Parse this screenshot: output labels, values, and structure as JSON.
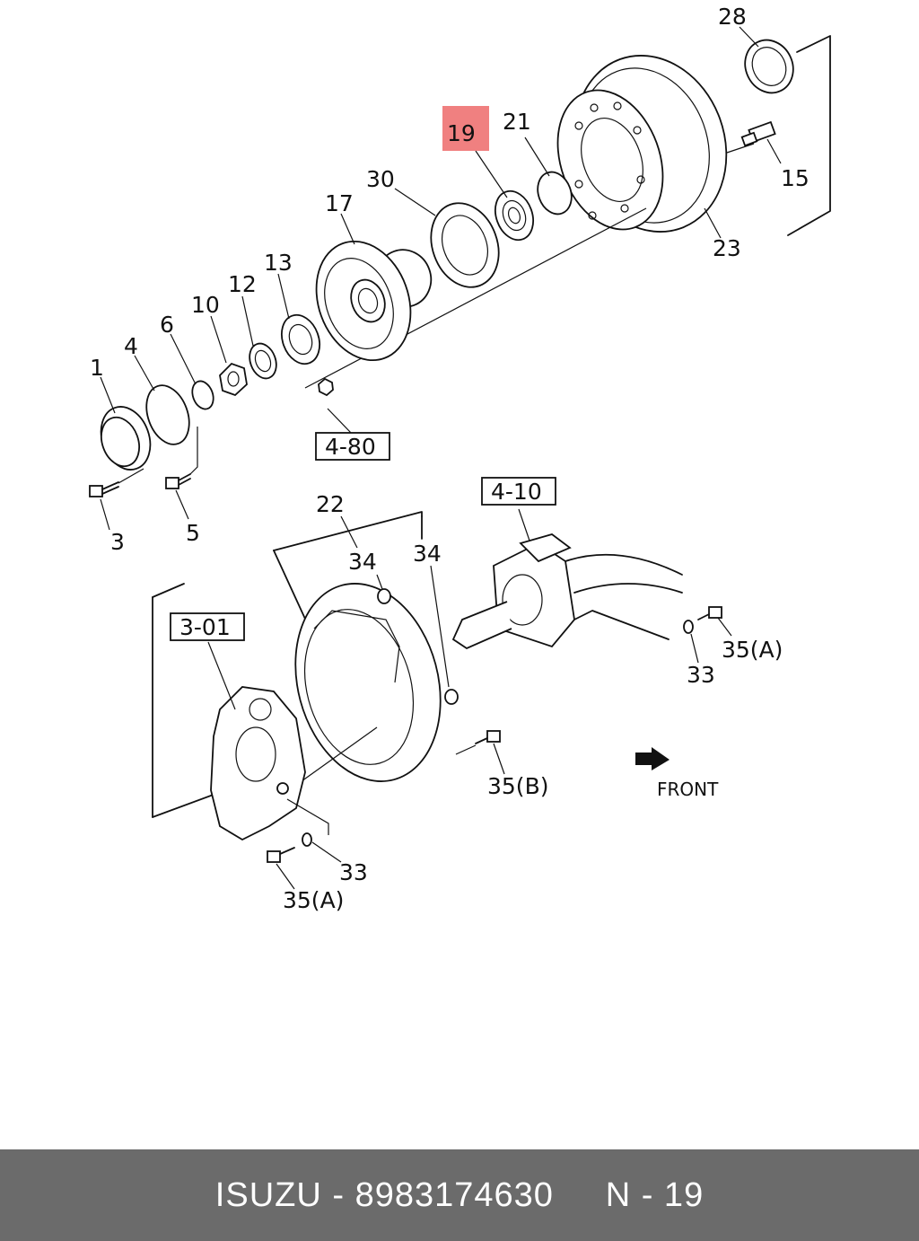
{
  "diagram": {
    "highlight_color": "#f08080",
    "callouts": [
      {
        "id": "28",
        "text": "28"
      },
      {
        "id": "21",
        "text": "21"
      },
      {
        "id": "19",
        "text": "19",
        "highlighted": true
      },
      {
        "id": "30",
        "text": "30"
      },
      {
        "id": "17",
        "text": "17"
      },
      {
        "id": "15",
        "text": "15"
      },
      {
        "id": "23",
        "text": "23"
      },
      {
        "id": "13",
        "text": "13"
      },
      {
        "id": "12",
        "text": "12"
      },
      {
        "id": "10",
        "text": "10"
      },
      {
        "id": "6",
        "text": "6"
      },
      {
        "id": "4",
        "text": "4"
      },
      {
        "id": "1",
        "text": "1"
      },
      {
        "id": "3",
        "text": "3"
      },
      {
        "id": "5",
        "text": "5"
      },
      {
        "id": "22",
        "text": "22"
      },
      {
        "id": "34a",
        "text": "34"
      },
      {
        "id": "34b",
        "text": "34"
      },
      {
        "id": "35A_right",
        "text": "35(A)"
      },
      {
        "id": "33_right",
        "text": "33"
      },
      {
        "id": "35B",
        "text": "35(B)"
      },
      {
        "id": "33_left",
        "text": "33"
      },
      {
        "id": "35A_left",
        "text": "35(A)"
      }
    ],
    "reference_boxes": [
      {
        "id": "ref_4_80",
        "text": "4-80"
      },
      {
        "id": "ref_4_10",
        "text": "4-10"
      },
      {
        "id": "ref_3_01",
        "text": "3-01"
      }
    ],
    "front_label": "FRONT"
  },
  "footer": {
    "brand": "ISUZU",
    "part_number": "8983174630",
    "separator": " - ",
    "page_ref": "N - 19",
    "background_color": "#6b6b6b",
    "text_color": "#ffffff"
  }
}
